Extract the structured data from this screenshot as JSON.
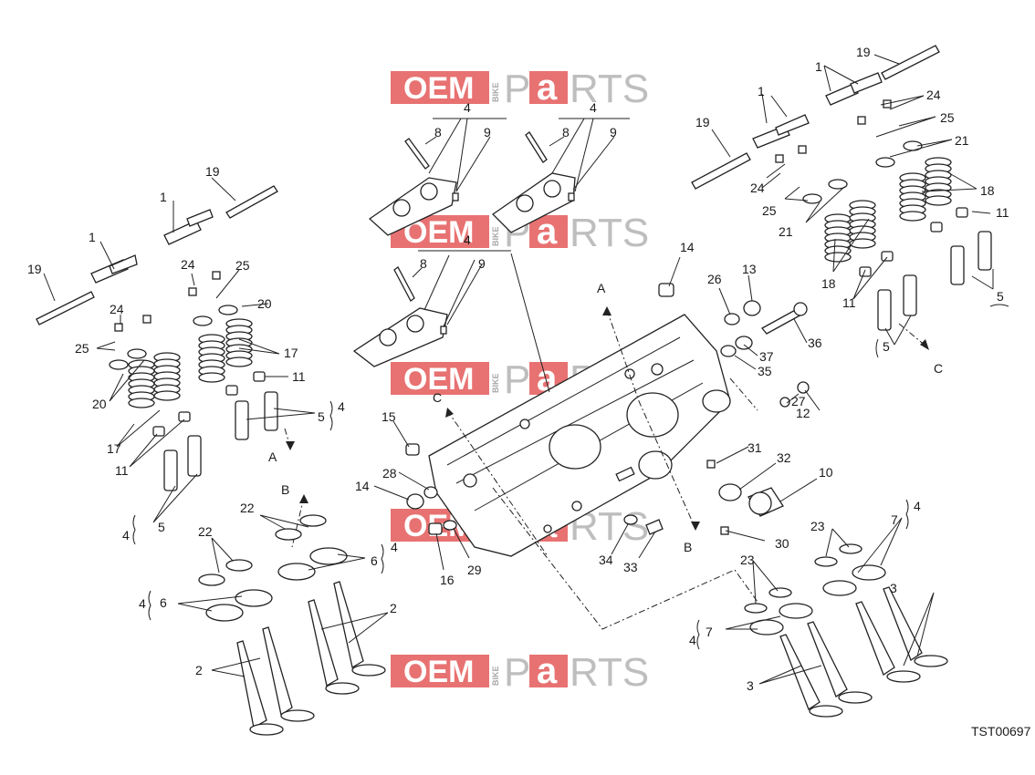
{
  "diagram": {
    "part_number": "TST00697",
    "watermark": {
      "oem": "OEM",
      "bike": "BIKE",
      "p": "P",
      "a": "a",
      "rts": "RTS",
      "brand_red": "#e55a5a",
      "brand_grey": "#b3b3b3"
    },
    "callouts": [
      "1",
      "1",
      "1",
      "1",
      "2",
      "2",
      "3",
      "3",
      "4",
      "4",
      "4",
      "4",
      "4",
      "4",
      "4",
      "4",
      "4",
      "5",
      "5",
      "5",
      "5",
      "6",
      "6",
      "7",
      "7",
      "8",
      "8",
      "8",
      "9",
      "9",
      "9",
      "10",
      "11",
      "11",
      "11",
      "11",
      "12",
      "13",
      "14",
      "14",
      "15",
      "16",
      "17",
      "17",
      "18",
      "18",
      "19",
      "19",
      "19",
      "19",
      "20",
      "20",
      "21",
      "21",
      "22",
      "22",
      "23",
      "23",
      "24",
      "24",
      "24",
      "24",
      "25",
      "25",
      "25",
      "25",
      "26",
      "27",
      "28",
      "29",
      "30",
      "31",
      "32",
      "33",
      "34",
      "35",
      "36",
      "37"
    ],
    "axis_letters": [
      "A",
      "A",
      "B",
      "B",
      "C",
      "C"
    ]
  }
}
